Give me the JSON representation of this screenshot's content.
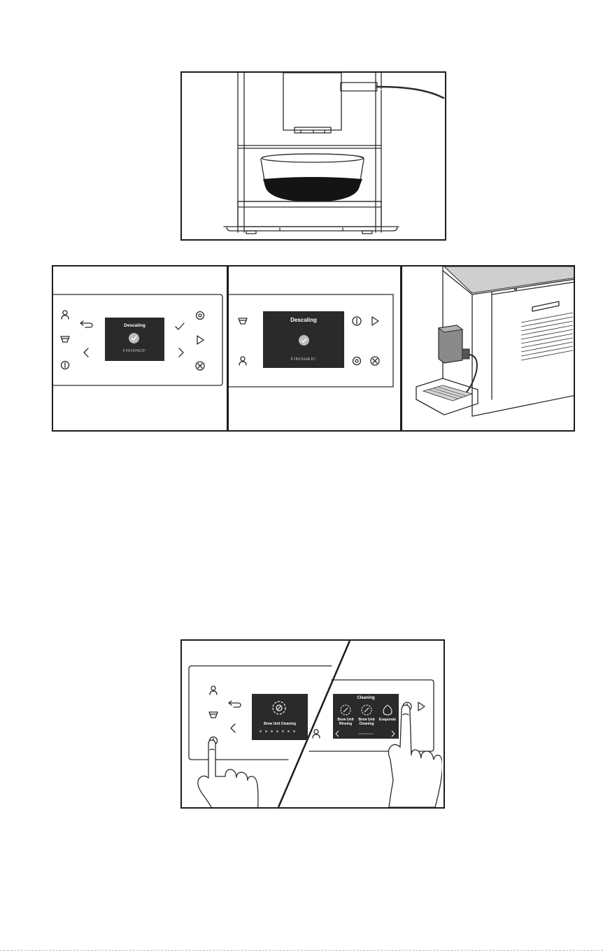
{
  "figure1": {
    "name": "coffee-machine-cup-with-liquid"
  },
  "figure2": {
    "panel_a": {
      "screen_title": "Descaling",
      "screen_status": "FINISHED!"
    },
    "panel_b": {
      "screen_title": "Descaling",
      "screen_status": "FINISHED!"
    },
    "panel_c": {
      "name": "machine-with-power-cord"
    }
  },
  "figure3": {
    "left": {
      "screen_title": "Brew Unit Cleaning"
    },
    "right": {
      "screen_title": "Cleaning",
      "options": [
        "Brew Unit Rinsing",
        "Brew Unit Cleaning",
        "Evaporate"
      ]
    }
  },
  "colors": {
    "line": "#2a2a2a",
    "screen": "#2a2a2a",
    "check": "#bdbdbd"
  }
}
